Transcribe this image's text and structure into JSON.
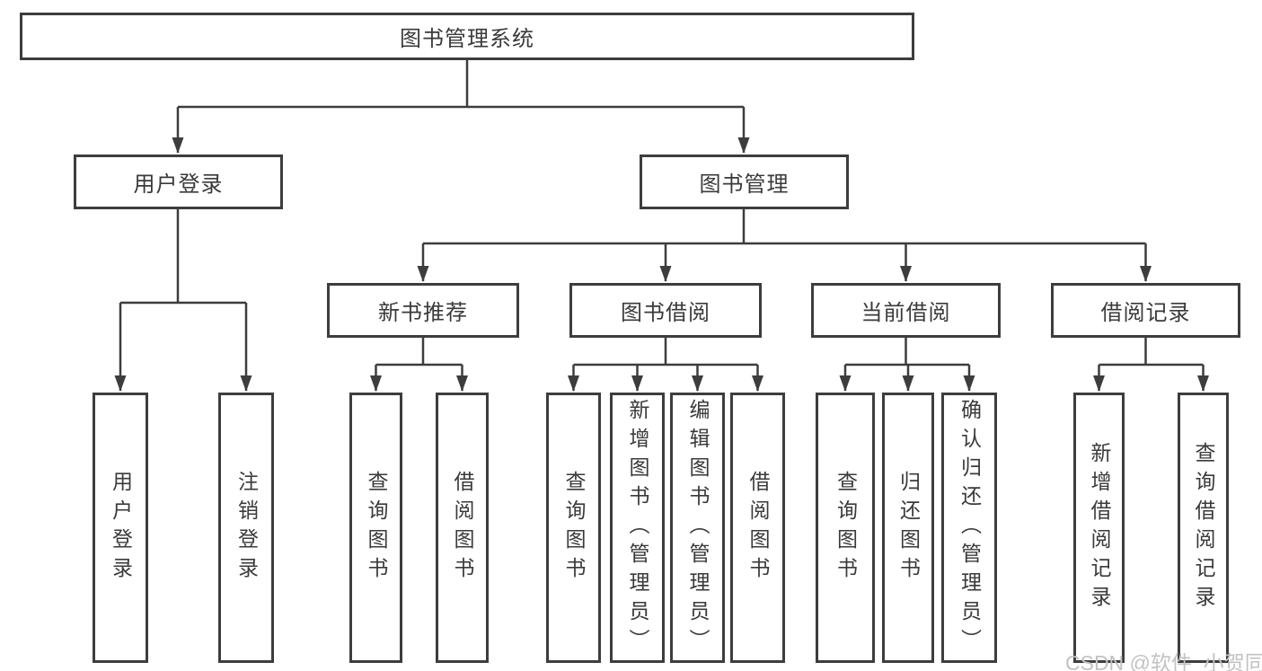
{
  "diagram": {
    "title": "图书管理系统",
    "root": {
      "label": "图书管理系统"
    },
    "level2": {
      "user_login": {
        "label": "用户登录"
      },
      "book_management": {
        "label": "图书管理"
      }
    },
    "level3": {
      "new_book_recommend": {
        "label": "新书推荐"
      },
      "book_borrow": {
        "label": "图书借阅"
      },
      "current_borrow": {
        "label": "当前借阅"
      },
      "borrow_record": {
        "label": "借阅记录"
      }
    },
    "leaves": {
      "user_login": [
        "用户登录",
        "注销登录"
      ],
      "new_book_recommend": [
        "查询图书",
        "借阅图书"
      ],
      "book_borrow": [
        "查询图书",
        "新增图书（管理员）",
        "编辑图书（管理员）",
        "借阅图书"
      ],
      "current_borrow": [
        "查询图书",
        "归还图书",
        "确认归还（管理员）"
      ],
      "borrow_record": [
        "新增借阅记录",
        "查询借阅记录"
      ]
    }
  },
  "watermark": {
    "text": "CSDN @软件_小贺同学"
  },
  "colors": {
    "line": "#3d3d3d",
    "text": "#3a3a3a",
    "watermark": "#c2c2c2",
    "background": "#ffffff"
  }
}
